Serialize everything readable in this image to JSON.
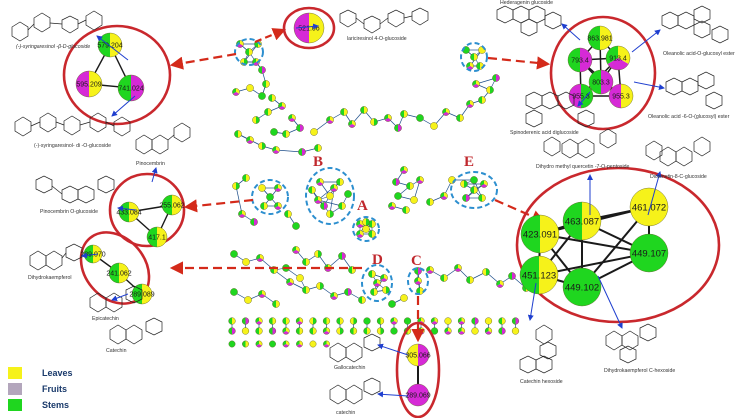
{
  "colors": {
    "leaves": "#f6f21a",
    "fruits": "#d62ad6",
    "stems": "#1fd61f",
    "ellipse": "#c9282d",
    "dashed_circle": "#2d8fcf",
    "edge": "#1f4f8a",
    "arrow": "#d42a1a",
    "blue_arrow": "#1f3fcf"
  },
  "clusters": {
    "a": "A",
    "b": "B",
    "c": "C",
    "d": "D",
    "e": "E"
  },
  "legend": {
    "leaves": "Leaves",
    "fruits": "Fruits",
    "stems": "Stems"
  },
  "nodes": {
    "syringaresinol_top": "579.204",
    "syringaresinol_left": "595.209",
    "syringaresinol_right": "741.024",
    "lariciresinol": "521.06",
    "oleanolic_1": "863.981",
    "oleanolic_2": "793.4",
    "oleanolic_3": "913.4",
    "oleanolic_4": "803.3",
    "oleanolic_5": "955.3",
    "pinocembrin_1": "433.084",
    "pinocembrin_2": "255.062",
    "pinocembrin_3": "417.1",
    "d_1": "289.070",
    "d_2": "241.062",
    "d_3": "289.089",
    "e_1": "463.087",
    "e_2": "461.072",
    "e_3": "423.091",
    "e_4": "449.107",
    "e_5": "451.123",
    "e_6": "449.102",
    "c_1": "305.066",
    "c_2": "289.069"
  },
  "labels": {
    "syringaresinol_beta": "(-)-syringaresinol -β-D-glucoside",
    "syringaresinol_di": "(-)-syringaresinol- di -O-glucoside",
    "lariciresinol": "lariciresinol 4-O-glucoside",
    "hederagenin": "Hederagenin glucoside",
    "oleanolic_ester": "Oleanolic acid-O-glucosyl ester",
    "oleanolic_ester2": "Oleanolic acid -6-O-(glucosyl) ester",
    "spinoderienic": "Spinoderenic acid diglucoside",
    "pinocembrin": "Pinocembrin",
    "pinocembrin_glc": "Pinocembrin O-glucoside",
    "dihydrokaempferol": "Dihydrokaempferol",
    "epicatechin": "Epicatechin",
    "catechin_d": "Catechin",
    "dihydroquercetin": "Dihydro methyl quercetin -7-O-pentoside",
    "diosmetin": "Diosmetin-8-C-glucoside",
    "catechin_glc": "Catechin hexoside",
    "dihydrokaempferol_glc": "Dihydrokaempferol C-hexoside",
    "gallocatechin": "Gallocatechin",
    "catechin": "catechin"
  }
}
